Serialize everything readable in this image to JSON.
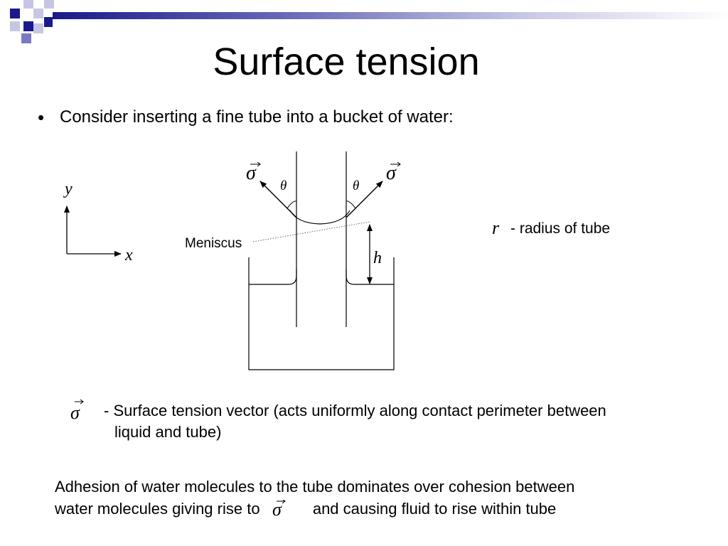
{
  "slide": {
    "title": "Surface tension",
    "bullet": "Consider inserting a fine tube into a bucket of water:"
  },
  "diagram": {
    "axis_x_label": "x",
    "axis_y_label": "y",
    "sigma_symbol": "σ",
    "theta_symbol": "θ",
    "meniscus_label": "Meniscus",
    "height_label": "h",
    "radius_symbol": "r",
    "radius_text": "- radius of tube"
  },
  "legend": {
    "sigma_symbol": "σ",
    "line1": "- Surface tension vector (acts uniformly along contact perimeter between",
    "line2": "liquid and tube)"
  },
  "note": {
    "line1": "Adhesion of water molecules to the tube dominates over cohesion between",
    "line2_before": "water molecules giving rise to",
    "sigma_symbol": "σ",
    "line2_after": "and causing fluid to rise within tube"
  },
  "colors": {
    "deco_dark": "#1a1a8c",
    "deco_mid": "#7a7ac2",
    "deco_light": "#c6c6e4"
  }
}
